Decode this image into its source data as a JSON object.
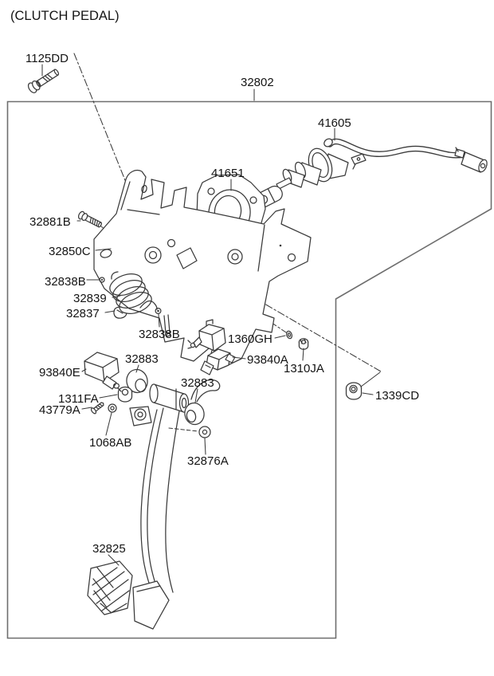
{
  "title": "(CLUTCH PEDAL)",
  "colors": {
    "background": "#ffffff",
    "line_art": "#3a3a3a",
    "label_text": "#141414",
    "frame": "#6e6e6e"
  },
  "labels": {
    "p1125dd": "1125DD",
    "p32802": "32802",
    "p41605": "41605",
    "p41651": "41651",
    "p32881b": "32881B",
    "p32850c": "32850C",
    "p32838b_a": "32838B",
    "p32839": "32839",
    "p32837": "32837",
    "p32838b_b": "32838B",
    "p1360gh": "1360GH",
    "p93840a": "93840A",
    "p1310ja": "1310JA",
    "p1339cd": "1339CD",
    "p93840e": "93840E",
    "p32883_a": "32883",
    "p1311fa": "1311FA",
    "p43779a": "43779A",
    "p1068ab": "1068AB",
    "p32883_b": "32883",
    "p32876a": "32876A",
    "p32825": "32825"
  }
}
